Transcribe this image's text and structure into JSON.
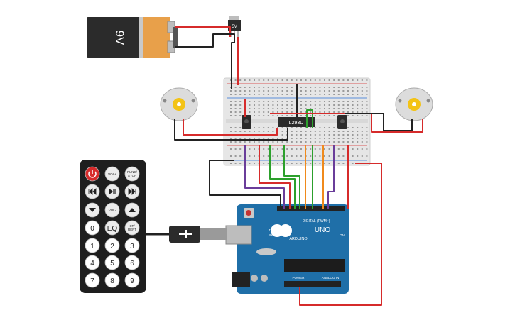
{
  "battery": {
    "label": "9V"
  },
  "regulator": {
    "label": "5V"
  },
  "driver_chip": {
    "label": "L293D"
  },
  "arduino": {
    "brand": "ARDUINO",
    "model": "UNO",
    "digital_label": "DIGITAL (PWM~)",
    "power_label": "POWER",
    "analog_label": "ANALOG IN",
    "on_label": "ON",
    "tx_label": "TX",
    "rx_label": "RX",
    "l_label": "L"
  },
  "remote": {
    "buttons": [
      {
        "key": "power",
        "label": "",
        "icon": "power-icon"
      },
      {
        "key": "vol-plus",
        "label": "VOL+",
        "icon": ""
      },
      {
        "key": "func-stop",
        "label": "FUNC/STOP",
        "icon": ""
      },
      {
        "key": "prev",
        "label": "",
        "icon": "rewind-icon"
      },
      {
        "key": "play-pause",
        "label": "",
        "icon": "play-pause-icon"
      },
      {
        "key": "next",
        "label": "",
        "icon": "fast-forward-icon"
      },
      {
        "key": "down",
        "label": "",
        "icon": "arrow-down-icon"
      },
      {
        "key": "vol-minus",
        "label": "VOL-",
        "icon": ""
      },
      {
        "key": "up",
        "label": "",
        "icon": "arrow-up-icon"
      },
      {
        "key": "0",
        "label": "0",
        "icon": ""
      },
      {
        "key": "eq",
        "label": "EQ",
        "icon": ""
      },
      {
        "key": "st-rept",
        "label": "ST/REPT",
        "icon": ""
      },
      {
        "key": "1",
        "label": "1",
        "icon": ""
      },
      {
        "key": "2",
        "label": "2",
        "icon": ""
      },
      {
        "key": "3",
        "label": "3",
        "icon": ""
      },
      {
        "key": "4",
        "label": "4",
        "icon": ""
      },
      {
        "key": "5",
        "label": "5",
        "icon": ""
      },
      {
        "key": "6",
        "label": "6",
        "icon": ""
      },
      {
        "key": "7",
        "label": "7",
        "icon": ""
      },
      {
        "key": "8",
        "label": "8",
        "icon": ""
      },
      {
        "key": "9",
        "label": "9",
        "icon": ""
      }
    ]
  },
  "colors": {
    "wire_red": "#d62b2b",
    "wire_black": "#222222",
    "wire_purple": "#6a3d9a",
    "wire_green": "#2ca02c",
    "wire_orange": "#f08a1c",
    "board_blue": "#1f6fa8",
    "breadboard": "#e6e6e6",
    "battery_body": "#2b2b2b",
    "battery_cap": "#e8a04a",
    "motor_gear": "#f3c316"
  }
}
